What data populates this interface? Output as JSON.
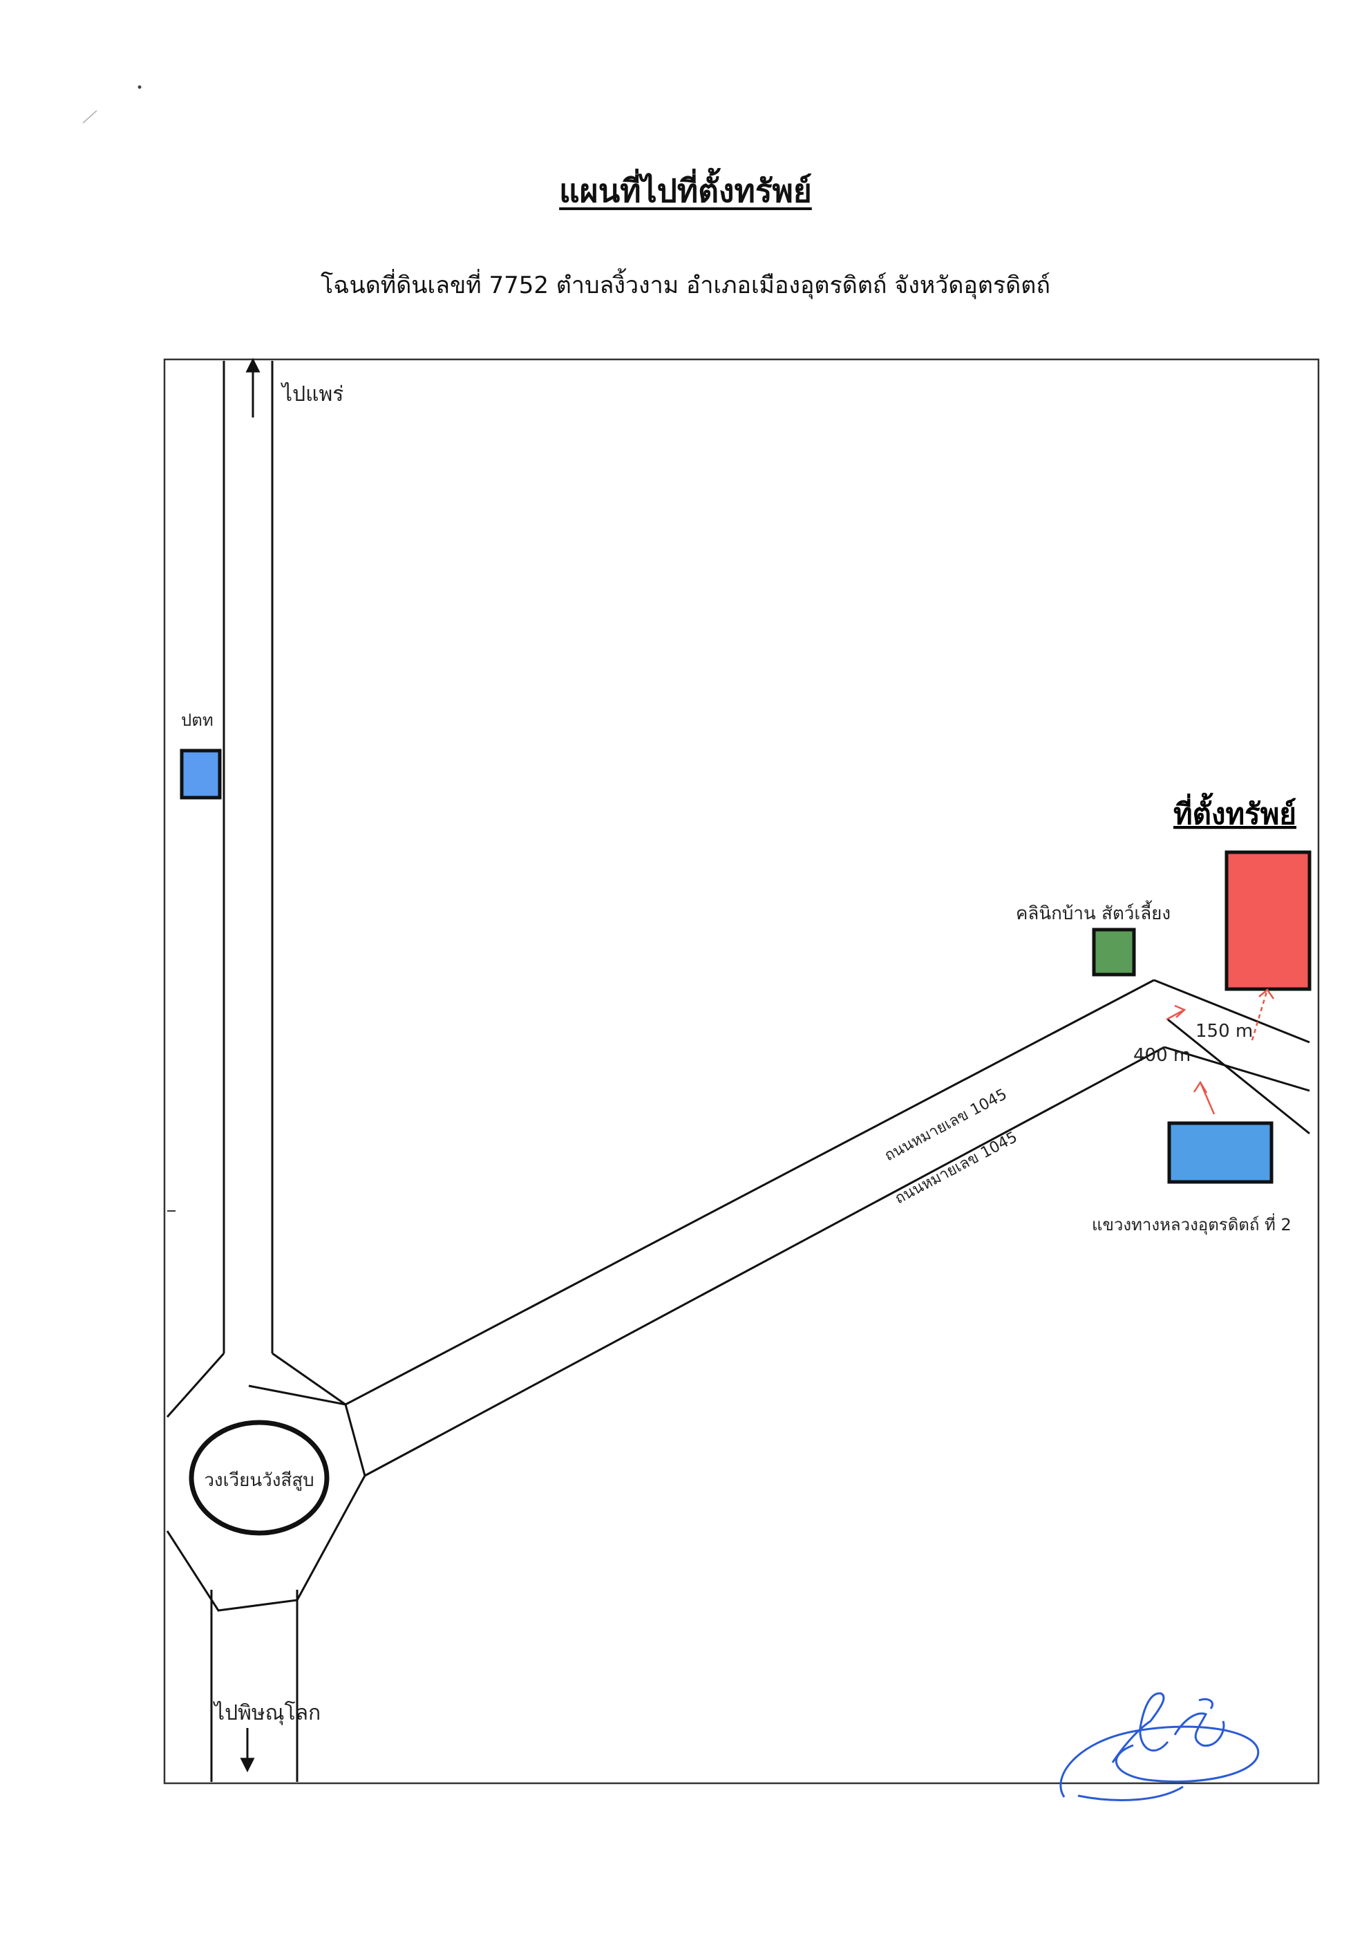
{
  "document": {
    "title": "แผนที่ไปที่ตั้งทรัพย์",
    "subtitle": "โฉนดที่ดินเลขที่ 7752 ตำบลงิ้วงาม อำเภอเมืองอุตรดิตถ์ จังหวัดอุตรดิตถ์"
  },
  "map": {
    "north_direction": "ไปแพร่",
    "south_direction": "ไปพิษณุโลก",
    "roundabout": "วงเวียนวังสีสูบ",
    "road_label_1": "ถนนหมายเลข 1045",
    "road_label_2": "ถนนหมายเลข 1045",
    "distance_1": "150 m",
    "distance_2": "400 m",
    "property_title": "ที่ตั้งทรัพย์",
    "landmarks": {
      "gas_station": "ปตท",
      "pet_clinic": "คลินิกบ้าน สัตว์เลี้ยง",
      "highway_office": "แขวงทางหลวงอุตรดิตถ์ ที่ 2"
    },
    "colors": {
      "property": "#f25b58",
      "gas_station": "#5b9bf0",
      "pet_clinic": "#5a9c58",
      "highway_office": "#4f9ee6",
      "arrow": "#e8574a",
      "signature": "#2a5bd6"
    }
  }
}
